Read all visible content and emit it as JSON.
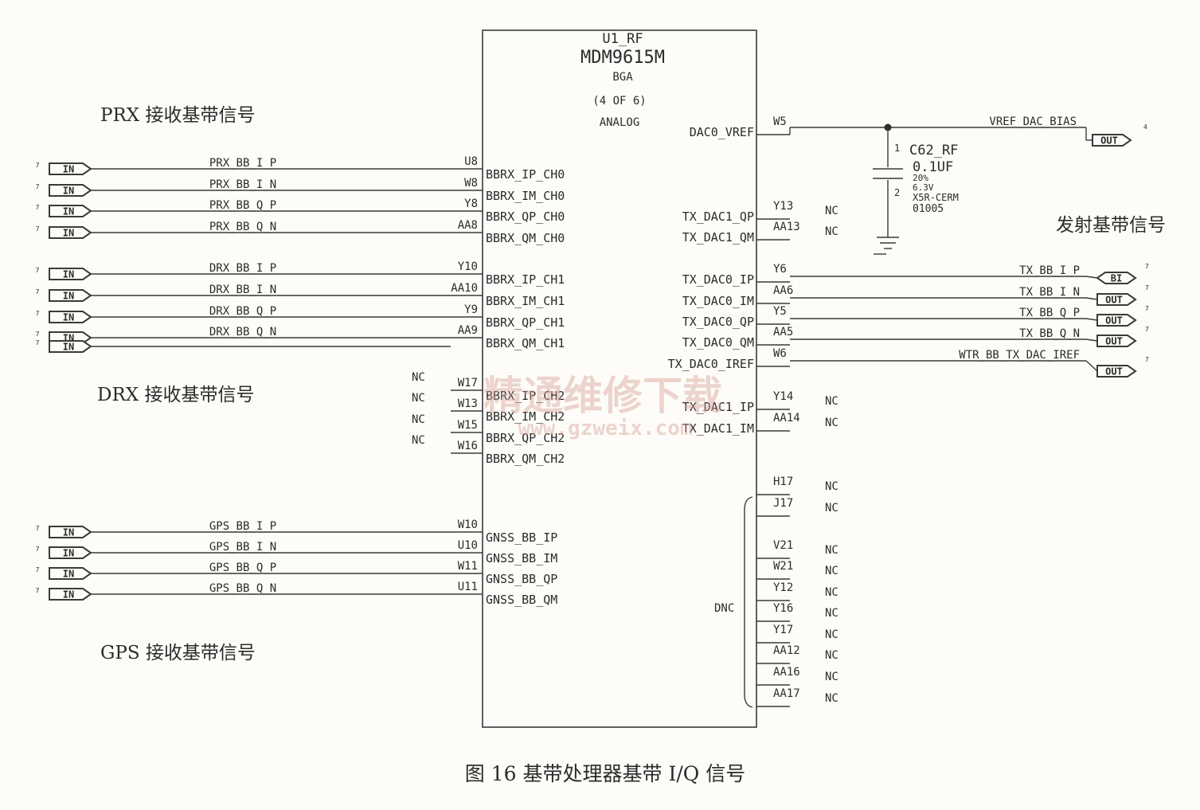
{
  "chip": {
    "ref": "U1_RF",
    "part": "MDM9615M",
    "package": "BGA",
    "section": "(4 OF 6)",
    "function": "ANALOG"
  },
  "captions": {
    "prx": "PRX 接收基带信号",
    "drx": "DRX 接收基带信号",
    "gps": "GPS 接收基带信号",
    "tx": "发射基带信号",
    "figure": "图 16 基带处理器基带 I/Q 信号",
    "dnc": "DNC"
  },
  "watermark": {
    "cn": "精通维修下载",
    "url": "www.gzweix.com"
  },
  "left_pins": [
    {
      "net": "PRX_BB_I_P",
      "pin": "U8",
      "name": "BBRX_IP_CH0",
      "port": "IN",
      "sheet": "7"
    },
    {
      "net": "PRX_BB_I_N",
      "pin": "W8",
      "name": "BBRX_IM_CH0",
      "port": "IN",
      "sheet": "7"
    },
    {
      "net": "PRX_BB_Q_P",
      "pin": "Y8",
      "name": "BBRX_QP_CH0",
      "port": "IN",
      "sheet": "7"
    },
    {
      "net": "PRX_BB_Q_N",
      "pin": "AA8",
      "name": "BBRX_QM_CH0",
      "port": "IN",
      "sheet": "7"
    },
    {
      "net": "DRX_BB_I_P",
      "pin": "Y10",
      "name": "BBRX_IP_CH1",
      "port": "IN",
      "sheet": "7"
    },
    {
      "net": "DRX_BB_I_N",
      "pin": "AA10",
      "name": "BBRX_IM_CH1",
      "port": "IN",
      "sheet": "7"
    },
    {
      "net": "DRX_BB_Q_P",
      "pin": "Y9",
      "name": "BBRX_QP_CH1",
      "port": "IN",
      "sheet": "7"
    },
    {
      "net": "DRX_BB_Q_N",
      "pin": "AA9",
      "name": "BBRX_QM_CH1",
      "port": "IN",
      "sheet": "7"
    },
    {
      "net": "",
      "pin": "W17",
      "name": "BBRX_IP_CH2",
      "nc": "NC"
    },
    {
      "net": "",
      "pin": "W13",
      "name": "BBRX_IM_CH2",
      "nc": "NC"
    },
    {
      "net": "",
      "pin": "W15",
      "name": "BBRX_QP_CH2",
      "nc": "NC"
    },
    {
      "net": "",
      "pin": "W16",
      "name": "BBRX_QM_CH2",
      "nc": "NC"
    },
    {
      "net": "GPS_BB_I_P",
      "pin": "W10",
      "name": "GNSS_BB_IP",
      "port": "IN",
      "sheet": "7"
    },
    {
      "net": "GPS_BB_I_N",
      "pin": "U10",
      "name": "GNSS_BB_IM",
      "port": "IN",
      "sheet": "7"
    },
    {
      "net": "GPS_BB_Q_P",
      "pin": "W11",
      "name": "GNSS_BB_QP",
      "port": "IN",
      "sheet": "7"
    },
    {
      "net": "GPS_BB_Q_N",
      "pin": "U11",
      "name": "GNSS_BB_QM",
      "port": "IN",
      "sheet": "7"
    }
  ],
  "right_pins": [
    {
      "name": "DAC0_VREF",
      "pin": "W5",
      "net": "VREF_DAC_BIAS",
      "port": "OUT",
      "sheet": "4"
    },
    {
      "name": "TX_DAC1_QP",
      "pin": "Y13",
      "nc": "NC"
    },
    {
      "name": "TX_DAC1_QM",
      "pin": "AA13",
      "nc": "NC"
    },
    {
      "name": "TX_DAC0_IP",
      "pin": "Y6",
      "net": "TX_BB_I_P",
      "port": "BI",
      "sheet": "7"
    },
    {
      "name": "TX_DAC0_IM",
      "pin": "AA6",
      "net": "TX_BB_I_N",
      "port": "OUT",
      "sheet": "7"
    },
    {
      "name": "TX_DAC0_QP",
      "pin": "Y5",
      "net": "TX_BB_Q_P",
      "port": "OUT",
      "sheet": "7"
    },
    {
      "name": "TX_DAC0_QM",
      "pin": "AA5",
      "net": "TX_BB_Q_N",
      "port": "OUT",
      "sheet": "7"
    },
    {
      "name": "TX_DAC0_IREF",
      "pin": "W6",
      "net": "WTR_BB_TX_DAC_IREF",
      "port": "OUT",
      "sheet": "7"
    },
    {
      "name": "TX_DAC1_IP",
      "pin": "Y14",
      "nc": "NC"
    },
    {
      "name": "TX_DAC1_IM",
      "pin": "AA14",
      "nc": "NC"
    }
  ],
  "dnc_pins": [
    {
      "pin": "H17",
      "nc": "NC"
    },
    {
      "pin": "J17",
      "nc": "NC"
    },
    {
      "pin": "V21",
      "nc": "NC"
    },
    {
      "pin": "W21",
      "nc": "NC"
    },
    {
      "pin": "Y12",
      "nc": "NC"
    },
    {
      "pin": "Y16",
      "nc": "NC"
    },
    {
      "pin": "Y17",
      "nc": "NC"
    },
    {
      "pin": "AA12",
      "nc": "NC"
    },
    {
      "pin": "AA16",
      "nc": "NC"
    },
    {
      "pin": "AA17",
      "nc": "NC"
    }
  ],
  "capacitor": {
    "ref": "C62_RF",
    "value": "0.1UF",
    "tolerance": "20%",
    "voltage": "6.3V",
    "dielectric": "X5R-CERM",
    "size": "01005",
    "pin1": "1",
    "pin2": "2"
  }
}
